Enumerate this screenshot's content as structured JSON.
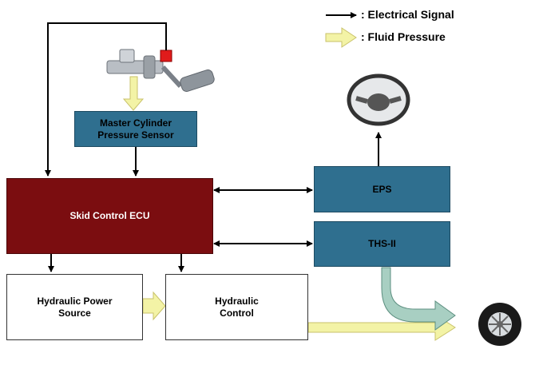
{
  "legend": {
    "electrical": ": Electrical Signal",
    "fluid": ": Fluid Pressure"
  },
  "blocks": {
    "mc_sensor": "Master Cylinder\nPressure Sensor",
    "ecu": "Skid Control ECU",
    "eps": "EPS",
    "ths": "THS-II",
    "hyd_power": "Hydraulic Power\nSource",
    "hyd_control": "Hydraulic\nControl"
  },
  "colors": {
    "box_blue": "#2f6f8f",
    "box_red": "#7b0d10",
    "fluid_arrow": "#f3f3a6",
    "output_arrow": "#a8cfc2"
  },
  "icons": {
    "brake_pedal": "brake-pedal-master-cylinder-icon",
    "steering_wheel": "steering-wheel-icon",
    "tire": "tire-icon"
  }
}
